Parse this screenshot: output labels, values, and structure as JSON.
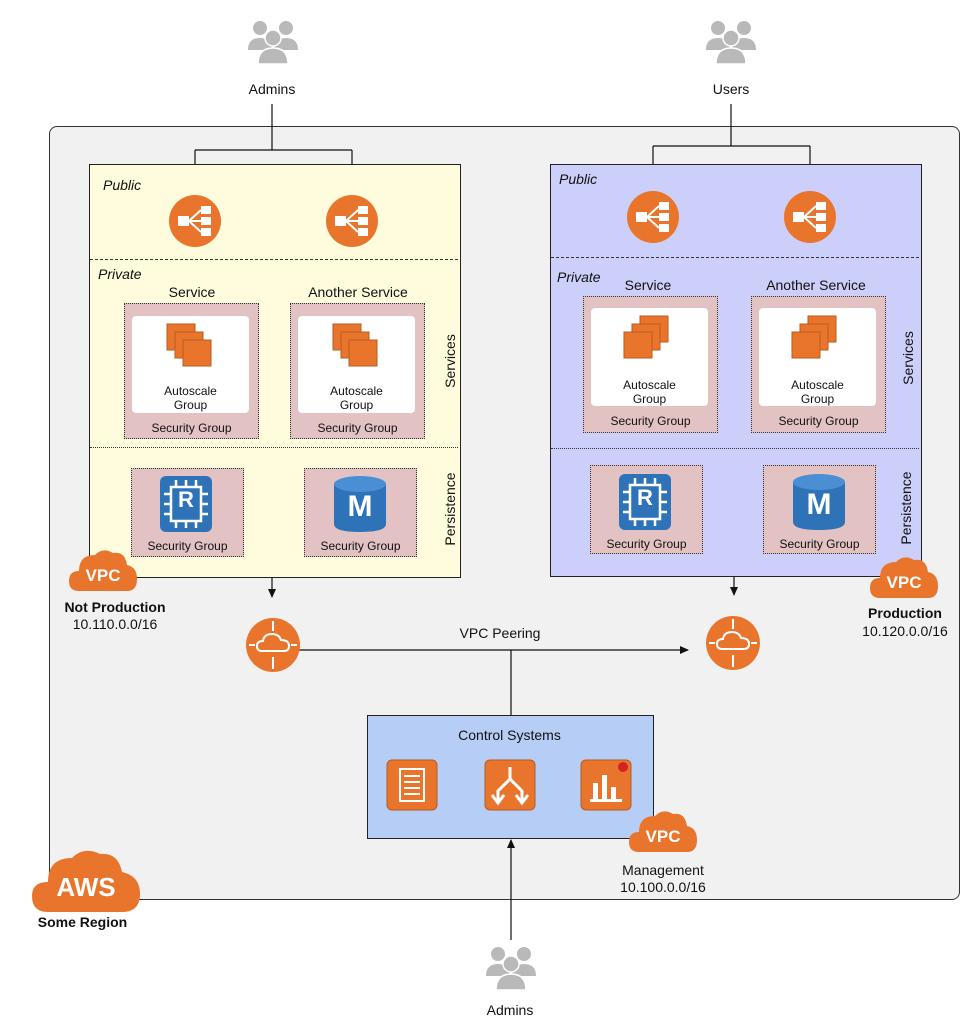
{
  "top": {
    "admins_label": "Admins",
    "users_label": "Users"
  },
  "bottom": {
    "admins_label": "Admins"
  },
  "region": {
    "badge": "AWS",
    "label": "Some Region"
  },
  "vpc_nonprod": {
    "badge": "VPC",
    "name": "Not Production",
    "cidr": "10.110.0.0/16",
    "public_label": "Public",
    "private_label": "Private",
    "services_label": "Services",
    "persistence_label": "Persistence",
    "service_title": "Service",
    "another_service_title": "Another Service",
    "autoscale_label": "Autoscale",
    "group_label": "Group",
    "sg_label": "Security Group",
    "redis_letter": "R",
    "mongo_letter": "M"
  },
  "vpc_prod": {
    "badge": "VPC",
    "name": "Production",
    "cidr": "10.120.0.0/16",
    "public_label": "Public",
    "private_label": "Private",
    "services_label": "Services",
    "persistence_label": "Persistence",
    "service_title": "Service",
    "another_service_title": "Another Service",
    "autoscale_label": "Autoscale",
    "group_label": "Group",
    "sg_label": "Security Group",
    "redis_letter": "R",
    "mongo_letter": "M"
  },
  "peering": {
    "label": "VPC Peering"
  },
  "mgmt": {
    "title": "Control Systems",
    "badge": "VPC",
    "name": "Management",
    "cidr": "10.100.0.0/16"
  },
  "colors": {
    "aws_orange": "#e9752c",
    "db_blue": "#2e73b8",
    "region_bg": "#f1f1f1",
    "nonprod_bg": "#fefcdc",
    "prod_bg": "#cccffa",
    "mgmt_bg": "#b6cdf6",
    "sg_bg": "#e2c2c3"
  }
}
